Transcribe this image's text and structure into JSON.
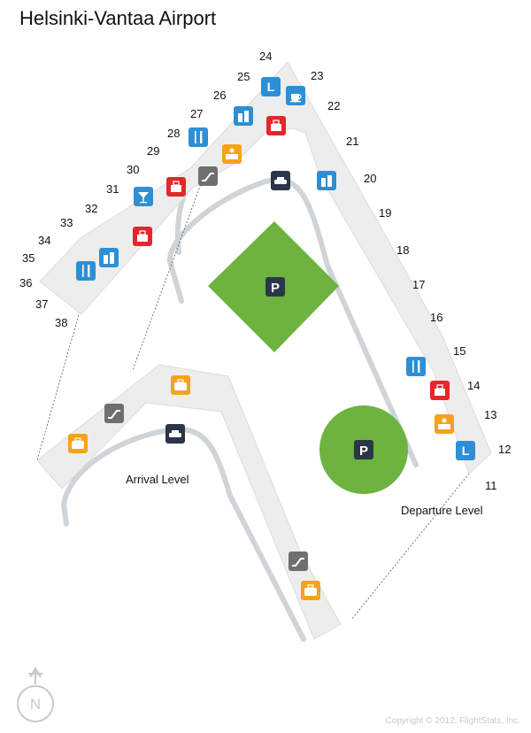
{
  "title": "Helsinki-Vantaa Airport",
  "levels": {
    "arrival": "Arrival Level",
    "departure": "Departure Level"
  },
  "parking_label": "P",
  "compass_label": "N",
  "copyright": "Copyright © 2012, FlightStats, Inc.",
  "colors": {
    "terminal": "#ededed",
    "terminal_edge": "#d8d8d8",
    "parking": "#6cb33f",
    "road": "#cfd4d8",
    "lounge_blue": "#2d8fd5",
    "food_blue": "#2d8fd5",
    "shop_red": "#e5262a",
    "baggage_orange": "#f5a31a",
    "escalator_gray": "#6f6f6f",
    "taxi_navy": "#2b3648",
    "compass": "#c9c9c9"
  },
  "gates": [
    "11",
    "12",
    "13",
    "14",
    "15",
    "16",
    "17",
    "18",
    "19",
    "20",
    "21",
    "22",
    "23",
    "24",
    "25",
    "26",
    "27",
    "28",
    "29",
    "30",
    "31",
    "32",
    "33",
    "34",
    "35",
    "36",
    "37",
    "38"
  ],
  "icons": [
    {
      "name": "lounge-icon",
      "kind": "lounge",
      "label": "L"
    },
    {
      "name": "cafe-icon",
      "kind": "cafe"
    },
    {
      "name": "duty-free-icon",
      "kind": "shop"
    },
    {
      "name": "currency-exchange-icon",
      "kind": "info"
    },
    {
      "name": "restaurant-icon",
      "kind": "food"
    },
    {
      "name": "check-in-icon",
      "kind": "checkin"
    },
    {
      "name": "escalator-icon",
      "kind": "escalator"
    },
    {
      "name": "taxi-icon",
      "kind": "taxi"
    },
    {
      "name": "shop-icon",
      "kind": "shop"
    },
    {
      "name": "bar-icon",
      "kind": "bar"
    },
    {
      "name": "duty-free-icon",
      "kind": "shop"
    },
    {
      "name": "currency-exchange-icon",
      "kind": "info"
    },
    {
      "name": "restaurant-icon",
      "kind": "food"
    },
    {
      "name": "taxi-icon",
      "kind": "taxi"
    },
    {
      "name": "currency-exchange-icon",
      "kind": "info"
    },
    {
      "name": "restaurant-icon",
      "kind": "food"
    },
    {
      "name": "shop-icon",
      "kind": "shop"
    },
    {
      "name": "check-in-icon",
      "kind": "checkin"
    },
    {
      "name": "lounge-icon",
      "kind": "lounge",
      "label": "L"
    },
    {
      "name": "baggage-claim-icon",
      "kind": "baggage"
    },
    {
      "name": "escalator-icon",
      "kind": "escalator"
    },
    {
      "name": "baggage-claim-icon",
      "kind": "baggage"
    },
    {
      "name": "taxi-icon",
      "kind": "taxi"
    },
    {
      "name": "escalator-icon",
      "kind": "escalator"
    },
    {
      "name": "baggage-claim-icon",
      "kind": "baggage"
    }
  ]
}
